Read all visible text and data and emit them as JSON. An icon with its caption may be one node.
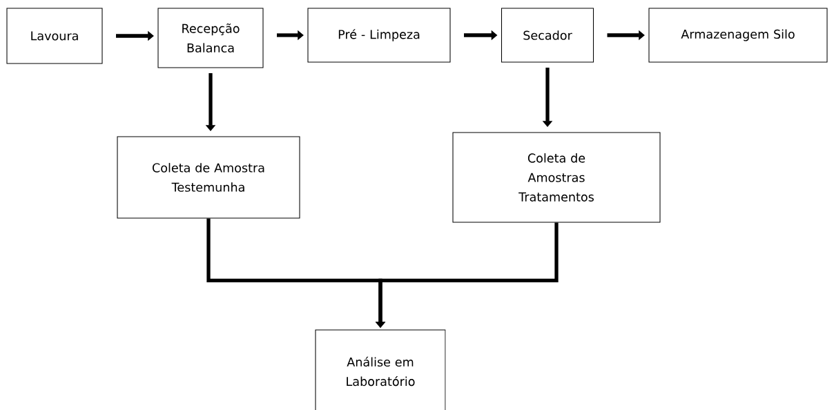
{
  "diagram": {
    "nodes": [
      {
        "text": [
          "Lavoura"
        ]
      },
      {
        "text": [
          "Recepção Balanca"
        ]
      },
      {
        "text": [
          "Pré - Limpeza"
        ]
      },
      {
        "text": [
          "Secador"
        ]
      },
      {
        "text": [
          "Armazenagem Silo"
        ]
      },
      {
        "text": [
          "Coleta de Amostra Testemunha"
        ]
      },
      {
        "text": [
          "Coleta de Amostras Tratamentos"
        ]
      },
      {
        "text": [
          "Análise em Laboratório"
        ]
      }
    ],
    "edges": [
      {
        "from": 0,
        "to": 1,
        "arrow": "to"
      },
      {
        "from": 1,
        "to": 2,
        "arrow": "to"
      },
      {
        "from": 2,
        "to": 3,
        "arrow": "to"
      },
      {
        "from": 3,
        "to": 4,
        "arrow": "to"
      },
      {
        "from": 1,
        "to": 5,
        "arrow": "to"
      },
      {
        "from": 3,
        "to": 6,
        "arrow": "to"
      },
      {
        "from": 5,
        "to": 7,
        "arrow": "to"
      },
      {
        "from": 6,
        "to": 7,
        "arrow": "to"
      }
    ]
  }
}
